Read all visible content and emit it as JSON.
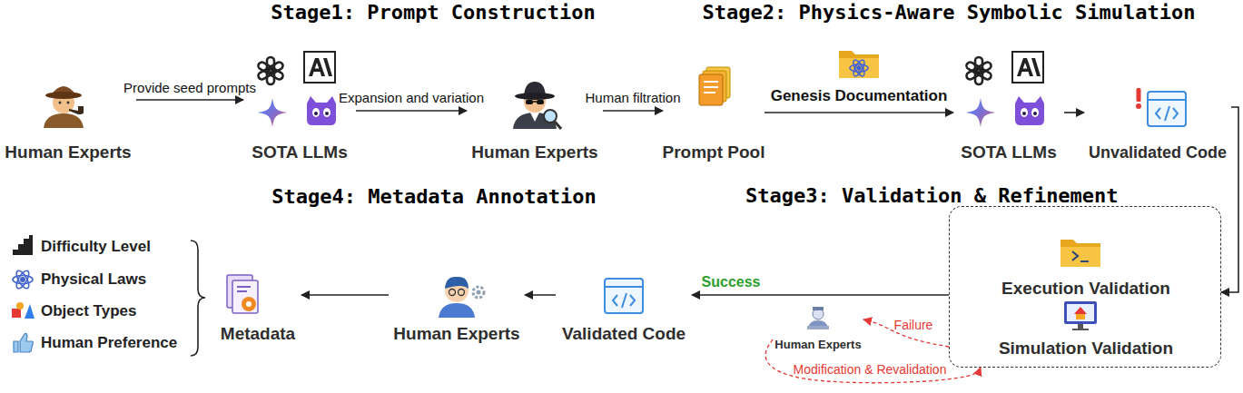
{
  "diagram": {
    "nodes": [
      {
        "text": [
          "Human Experts"
        ]
      },
      {
        "text": [
          "SOTA LLMs"
        ]
      },
      {
        "text": [
          "Human Experts"
        ]
      },
      {
        "text": [
          "Prompt Pool"
        ]
      },
      {
        "text": [
          "SOTA LLMs"
        ]
      },
      {
        "text": [
          "Unvalidated Code"
        ]
      },
      {
        "text": [
          "Stage3: Validation & Refinement"
        ]
      },
      {
        "text": [
          "Execution Validation"
        ],
        "in": 6
      },
      {
        "text": [
          "Simulation Validation"
        ],
        "in": 6
      },
      {
        "text": [
          "Human Experts"
        ]
      },
      {
        "text": [
          "Validated Code"
        ]
      },
      {
        "text": [
          "Human Experts"
        ]
      },
      {
        "text": [
          "Metadata"
        ]
      }
    ],
    "edges": [
      {
        "from": 0,
        "to": 1,
        "label": "Provide seed prompts",
        "arrow": "to"
      },
      {
        "from": 1,
        "to": 2,
        "label": "Expansion and variation",
        "arrow": "to"
      },
      {
        "from": 2,
        "to": 3,
        "label": "Human filtration",
        "arrow": "to"
      },
      {
        "from": 3,
        "to": 4,
        "label": "Genesis Documentation",
        "arrow": "to"
      },
      {
        "from": 4,
        "to": 5,
        "arrow": "to"
      },
      {
        "from": 5,
        "to": 6,
        "arrow": "to"
      },
      {
        "from": 6,
        "to": 10,
        "label": "Success",
        "arrow": "to"
      },
      {
        "from": 6,
        "to": 9,
        "label": "Failure",
        "arrow": "to"
      },
      {
        "from": 9,
        "to": 6,
        "label": "Modification & Revalidation",
        "arrow": "to"
      },
      {
        "from": 10,
        "to": 11,
        "arrow": "to"
      },
      {
        "from": 11,
        "to": 12,
        "arrow": "to"
      }
    ],
    "labels": [
      "Stage1: Prompt Construction",
      "Stage2: Physics-Aware Symbolic Simulation",
      "Stage4: Metadata Annotation",
      "Difficulty Level",
      "Physical Laws",
      "Object Types",
      "Human Preference"
    ]
  }
}
